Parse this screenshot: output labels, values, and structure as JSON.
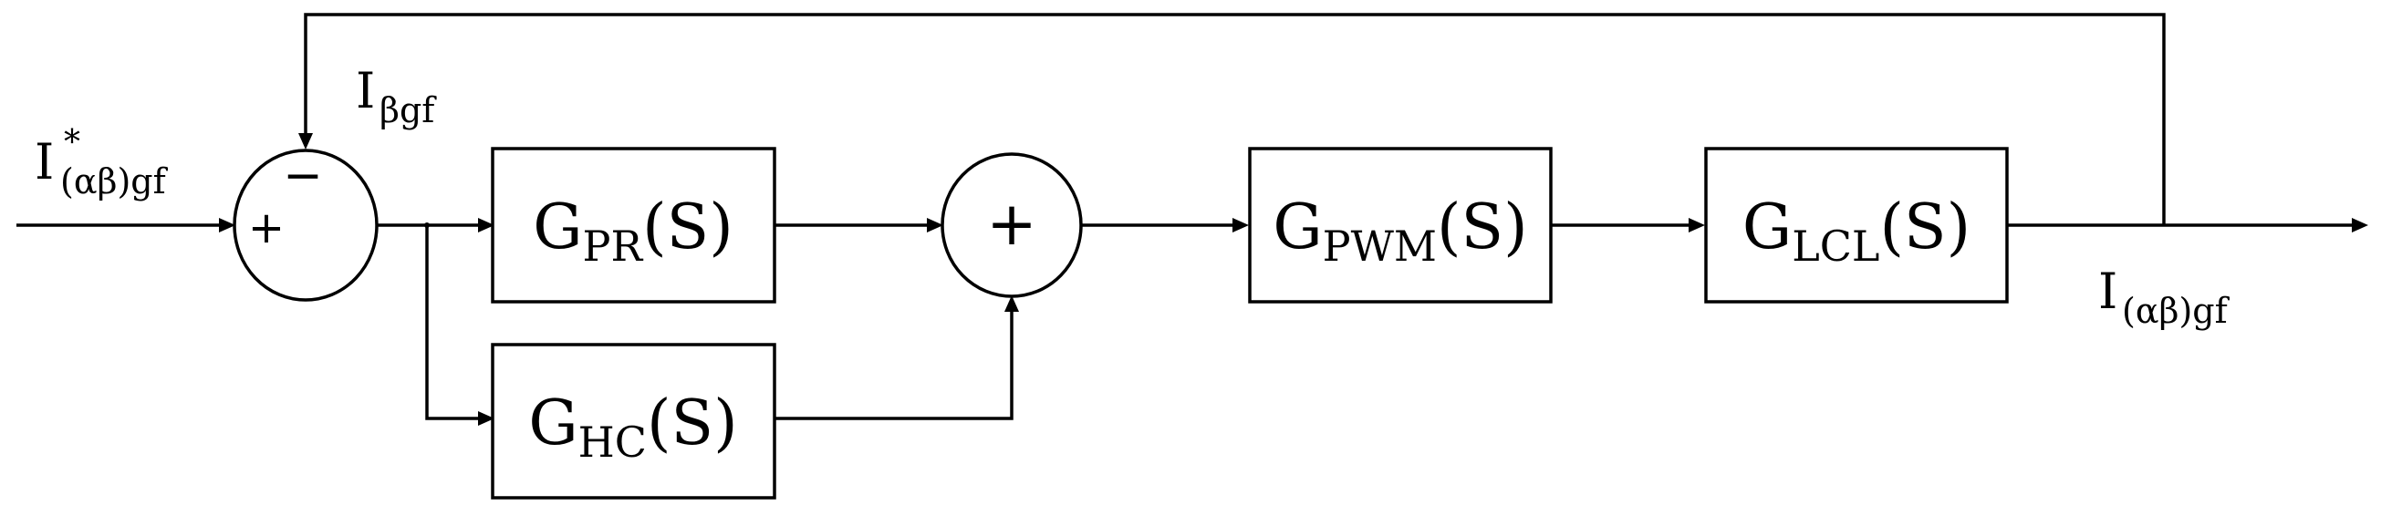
{
  "blocks": {
    "pr": {
      "main": "G",
      "sub": "PR",
      "arg": "(S)"
    },
    "hc": {
      "main": "G",
      "sub": "HC",
      "arg": "(S)"
    },
    "pwm": {
      "main": "G",
      "sub": "PWM",
      "arg": "(S)"
    },
    "lcl": {
      "main": "G",
      "sub": "LCL",
      "arg": "(S)"
    }
  },
  "summing_junctions": {
    "error": {
      "plus_sign": "+",
      "minus_sign": "−"
    },
    "adder": {
      "plus_sign": "+"
    }
  },
  "signals": {
    "reference": {
      "main": "I",
      "sup": "*",
      "sub": "(αβ)gf"
    },
    "feedback": {
      "main": "I",
      "sub": "βgf"
    },
    "output": {
      "main": "I",
      "sub": "(αβ)gf"
    }
  }
}
